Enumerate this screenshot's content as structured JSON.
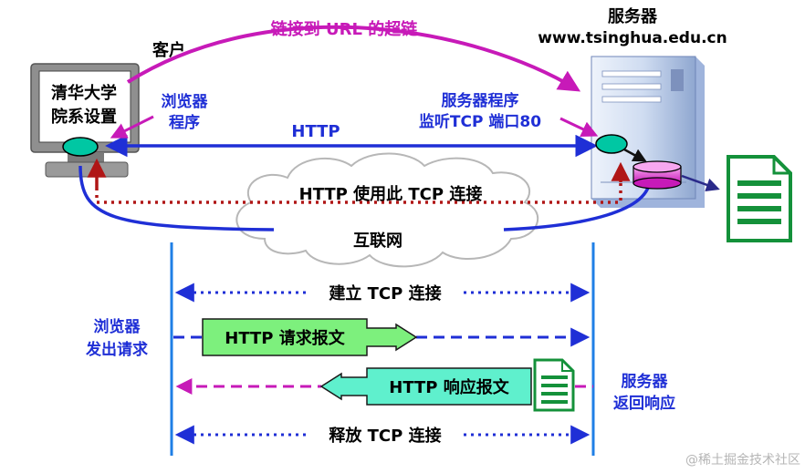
{
  "diagram": {
    "client": {
      "label": "客户",
      "screen_lines": [
        "清华大学",
        "院系设置"
      ],
      "browser_label_lines": [
        "浏览器",
        "程序"
      ]
    },
    "server": {
      "label": "服务器",
      "host": "www.tsinghua.edu.cn",
      "program_label_lines": [
        "服务器程序",
        "监听TCP 端口80"
      ]
    },
    "hyperlink_label": "链接到 URL 的超链",
    "http_label": "HTTP",
    "tcp_connection_label": "HTTP 使用此 TCP 连接",
    "internet_label": "互联网"
  },
  "timeline": {
    "left_side_lines": [
      "浏览器",
      "发出请求"
    ],
    "right_side_lines": [
      "服务器",
      "返回响应"
    ],
    "establish_label": "建立 TCP 连接",
    "request_label": "HTTP 请求报文",
    "response_label": "HTTP 响应报文",
    "release_label": "释放 TCP 连接"
  },
  "watermark": "@稀土掘金技术社区",
  "colors": {
    "blue": "#1f2fd6",
    "magenta": "#c71ab8",
    "dark_red": "#b01616",
    "teal_fill": "#00c7a3",
    "green_doc": "#14913a",
    "request_box": "#7df07d",
    "response_box": "#5ff0cd"
  }
}
